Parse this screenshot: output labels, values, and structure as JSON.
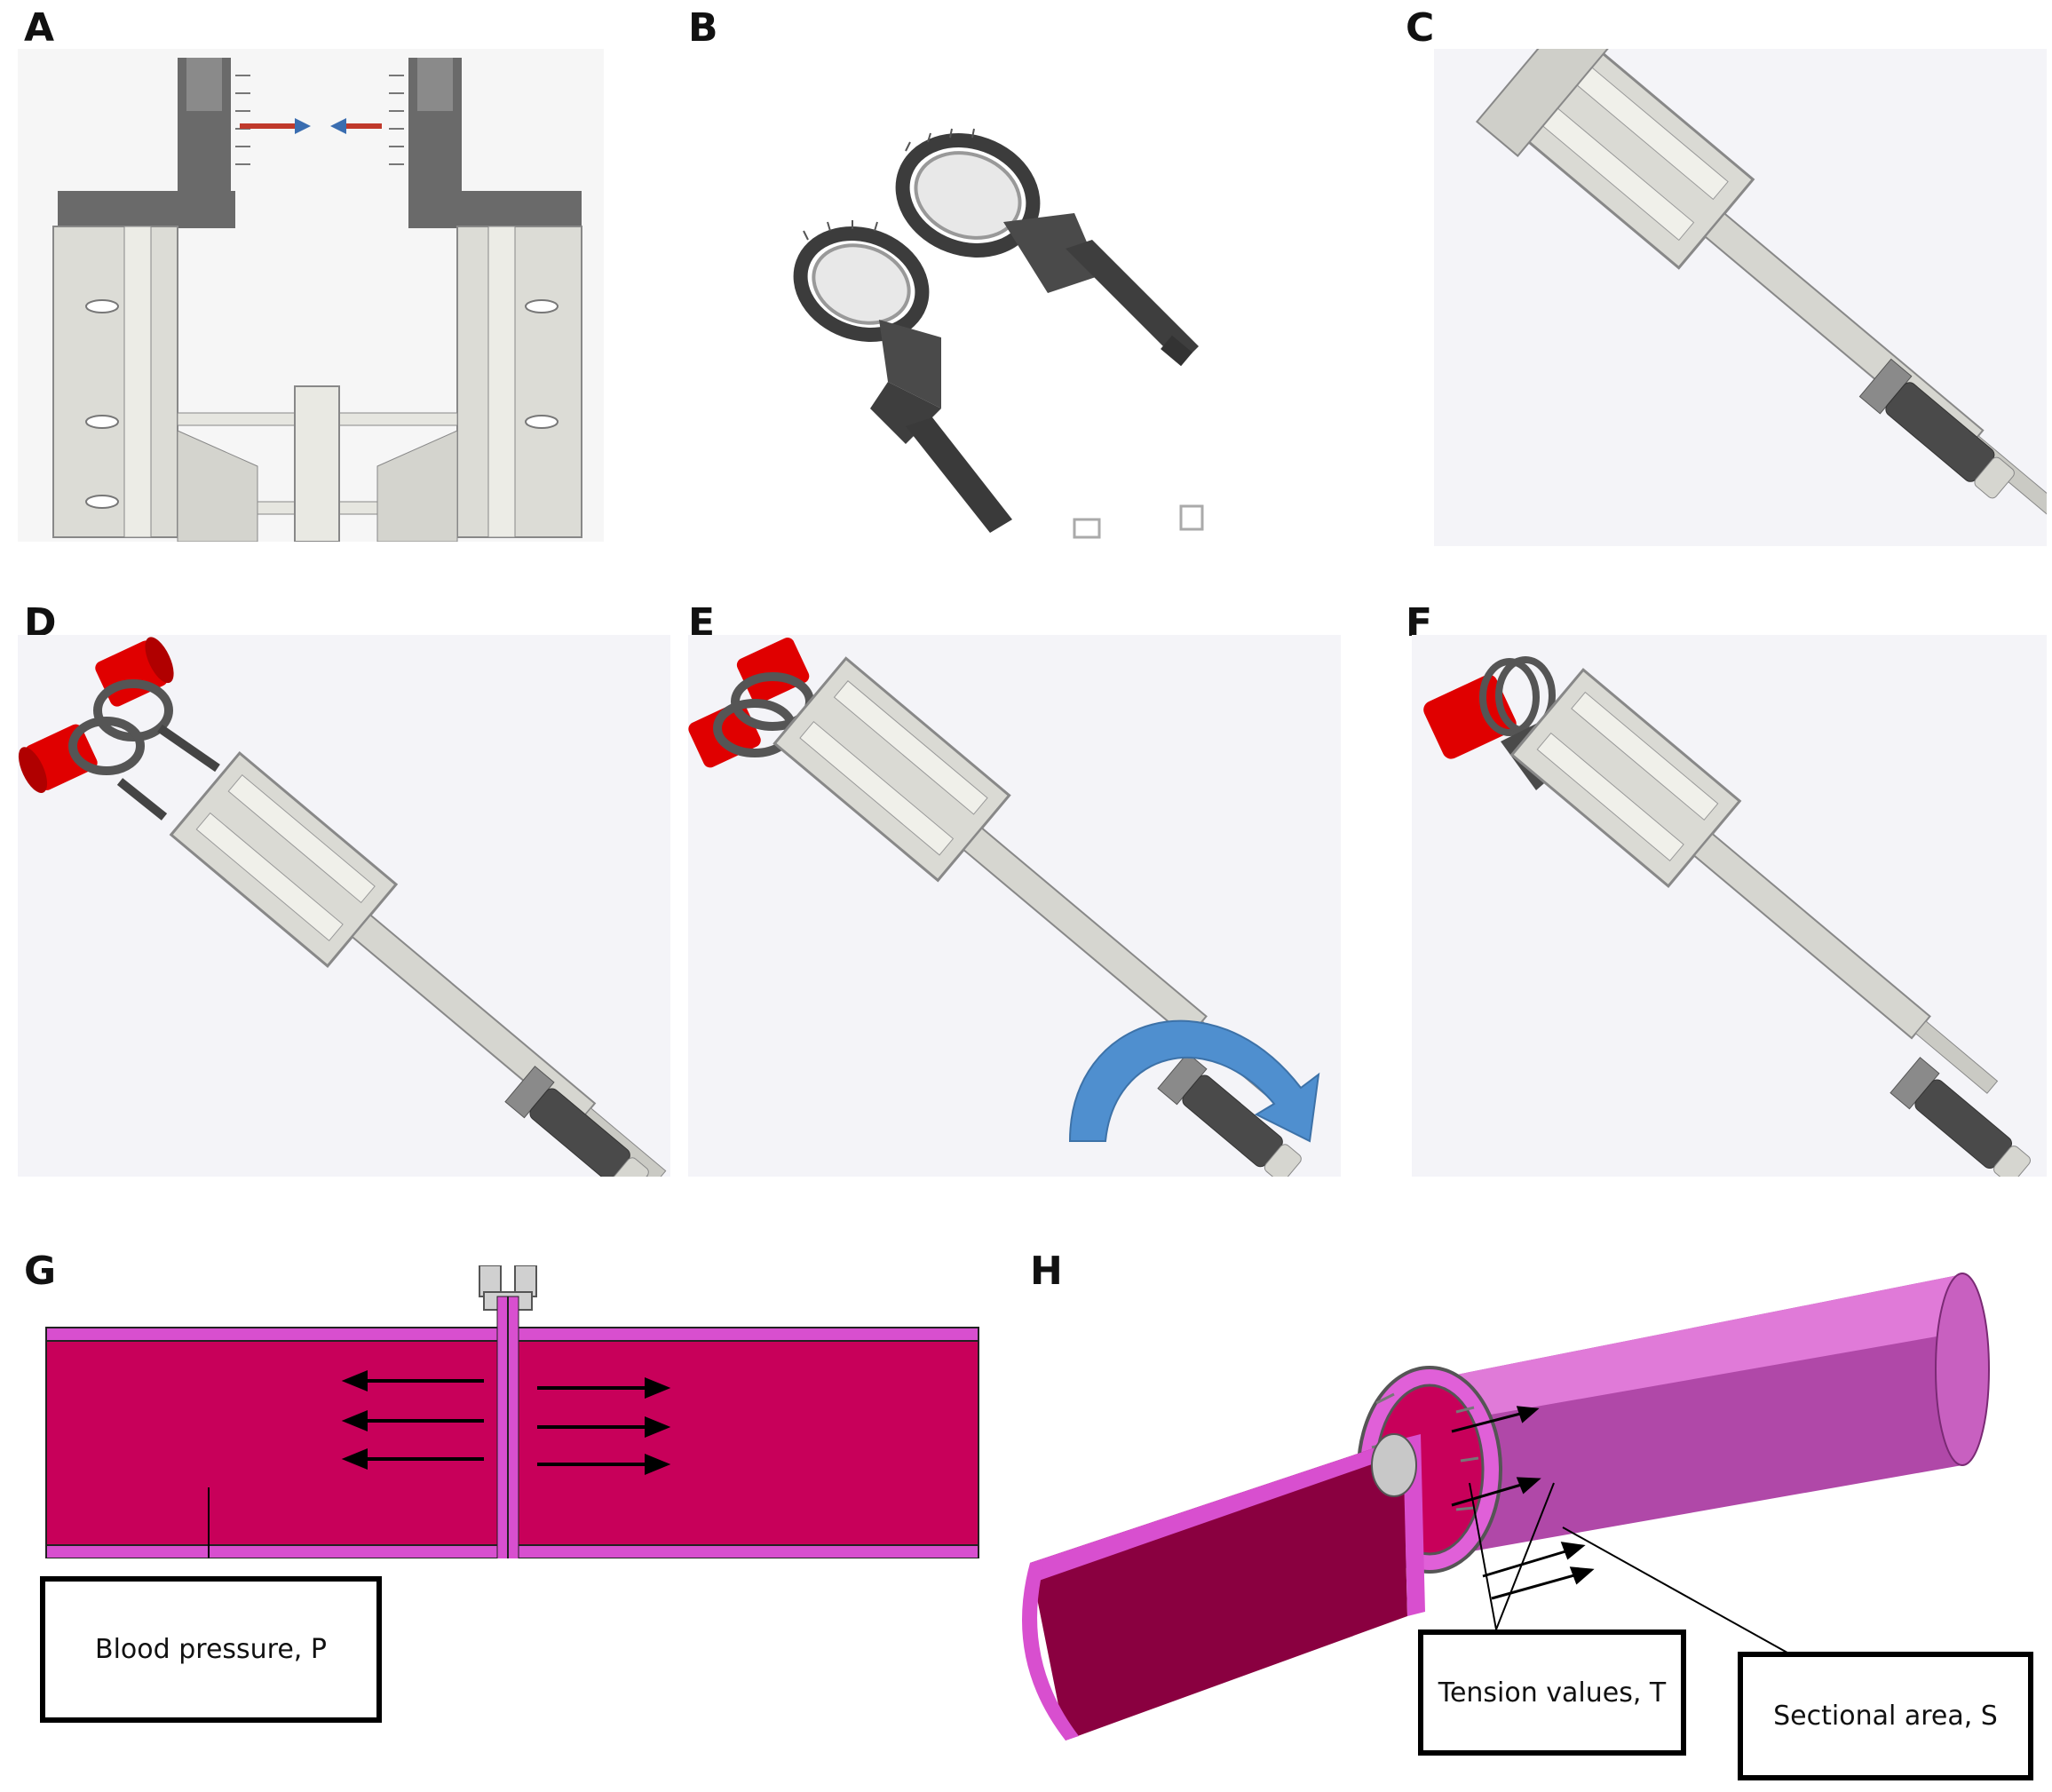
{
  "panels": {
    "a": {
      "letter": "A"
    },
    "b": {
      "letter": "B"
    },
    "c": {
      "letter": "C"
    },
    "d": {
      "letter": "D"
    },
    "e": {
      "letter": "E"
    },
    "f": {
      "letter": "F"
    },
    "g": {
      "letter": "G",
      "label": "Blood pressure, P"
    },
    "h": {
      "letter": "H",
      "label_tension": "Tension values, T",
      "label_area": "Sectional area, S"
    }
  },
  "colors": {
    "metal": "#d9d9d4",
    "metal_dark": "#5f5f5f",
    "grip": "#4a4a4a",
    "vessel_red": "#e00000",
    "vessel_magenta": "#c8005a",
    "vessel_wall": "#d84fcf",
    "rotation_arrow": "#4f8fcf",
    "bg_panel": "#f4f4f8"
  }
}
